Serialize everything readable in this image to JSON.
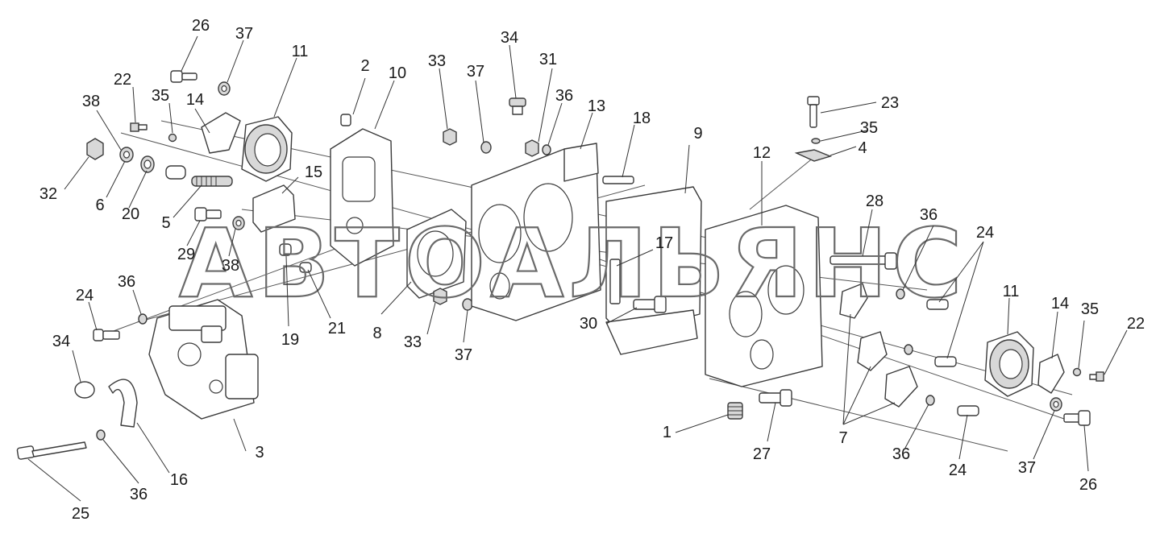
{
  "watermark": "АВТОАЛЬЯНС",
  "callouts": [
    {
      "id": "c1",
      "label": "1"
    },
    {
      "id": "c2",
      "label": "2"
    },
    {
      "id": "c3",
      "label": "3"
    },
    {
      "id": "c4",
      "label": "4"
    },
    {
      "id": "c5",
      "label": "5"
    },
    {
      "id": "c6",
      "label": "6"
    },
    {
      "id": "c7",
      "label": "7"
    },
    {
      "id": "c8",
      "label": "8"
    },
    {
      "id": "c9",
      "label": "9"
    },
    {
      "id": "c10",
      "label": "10"
    },
    {
      "id": "c11a",
      "label": "11"
    },
    {
      "id": "c11b",
      "label": "11"
    },
    {
      "id": "c12",
      "label": "12"
    },
    {
      "id": "c13",
      "label": "13"
    },
    {
      "id": "c14a",
      "label": "14"
    },
    {
      "id": "c14b",
      "label": "14"
    },
    {
      "id": "c15",
      "label": "15"
    },
    {
      "id": "c16",
      "label": "16"
    },
    {
      "id": "c17",
      "label": "17"
    },
    {
      "id": "c18",
      "label": "18"
    },
    {
      "id": "c19",
      "label": "19"
    },
    {
      "id": "c20",
      "label": "20"
    },
    {
      "id": "c21",
      "label": "21"
    },
    {
      "id": "c22a",
      "label": "22"
    },
    {
      "id": "c22b",
      "label": "22"
    },
    {
      "id": "c23",
      "label": "23"
    },
    {
      "id": "c24a",
      "label": "24"
    },
    {
      "id": "c24b",
      "label": "24"
    },
    {
      "id": "c24c",
      "label": "24"
    },
    {
      "id": "c25",
      "label": "25"
    },
    {
      "id": "c26a",
      "label": "26"
    },
    {
      "id": "c26b",
      "label": "26"
    },
    {
      "id": "c27",
      "label": "27"
    },
    {
      "id": "c28",
      "label": "28"
    },
    {
      "id": "c29",
      "label": "29"
    },
    {
      "id": "c30",
      "label": "30"
    },
    {
      "id": "c31",
      "label": "31"
    },
    {
      "id": "c32",
      "label": "32"
    },
    {
      "id": "c33a",
      "label": "33"
    },
    {
      "id": "c33b",
      "label": "33"
    },
    {
      "id": "c34a",
      "label": "34"
    },
    {
      "id": "c34b",
      "label": "34"
    },
    {
      "id": "c35a",
      "label": "35"
    },
    {
      "id": "c35b",
      "label": "35"
    },
    {
      "id": "c35c",
      "label": "35"
    },
    {
      "id": "c36a",
      "label": "36"
    },
    {
      "id": "c36b",
      "label": "36"
    },
    {
      "id": "c36c",
      "label": "36"
    },
    {
      "id": "c36d",
      "label": "36"
    },
    {
      "id": "c36e",
      "label": "36"
    },
    {
      "id": "c37a",
      "label": "37"
    },
    {
      "id": "c37b",
      "label": "37"
    },
    {
      "id": "c37c",
      "label": "37"
    },
    {
      "id": "c37d",
      "label": "37"
    },
    {
      "id": "c38a",
      "label": "38"
    },
    {
      "id": "c38b",
      "label": "38"
    }
  ]
}
